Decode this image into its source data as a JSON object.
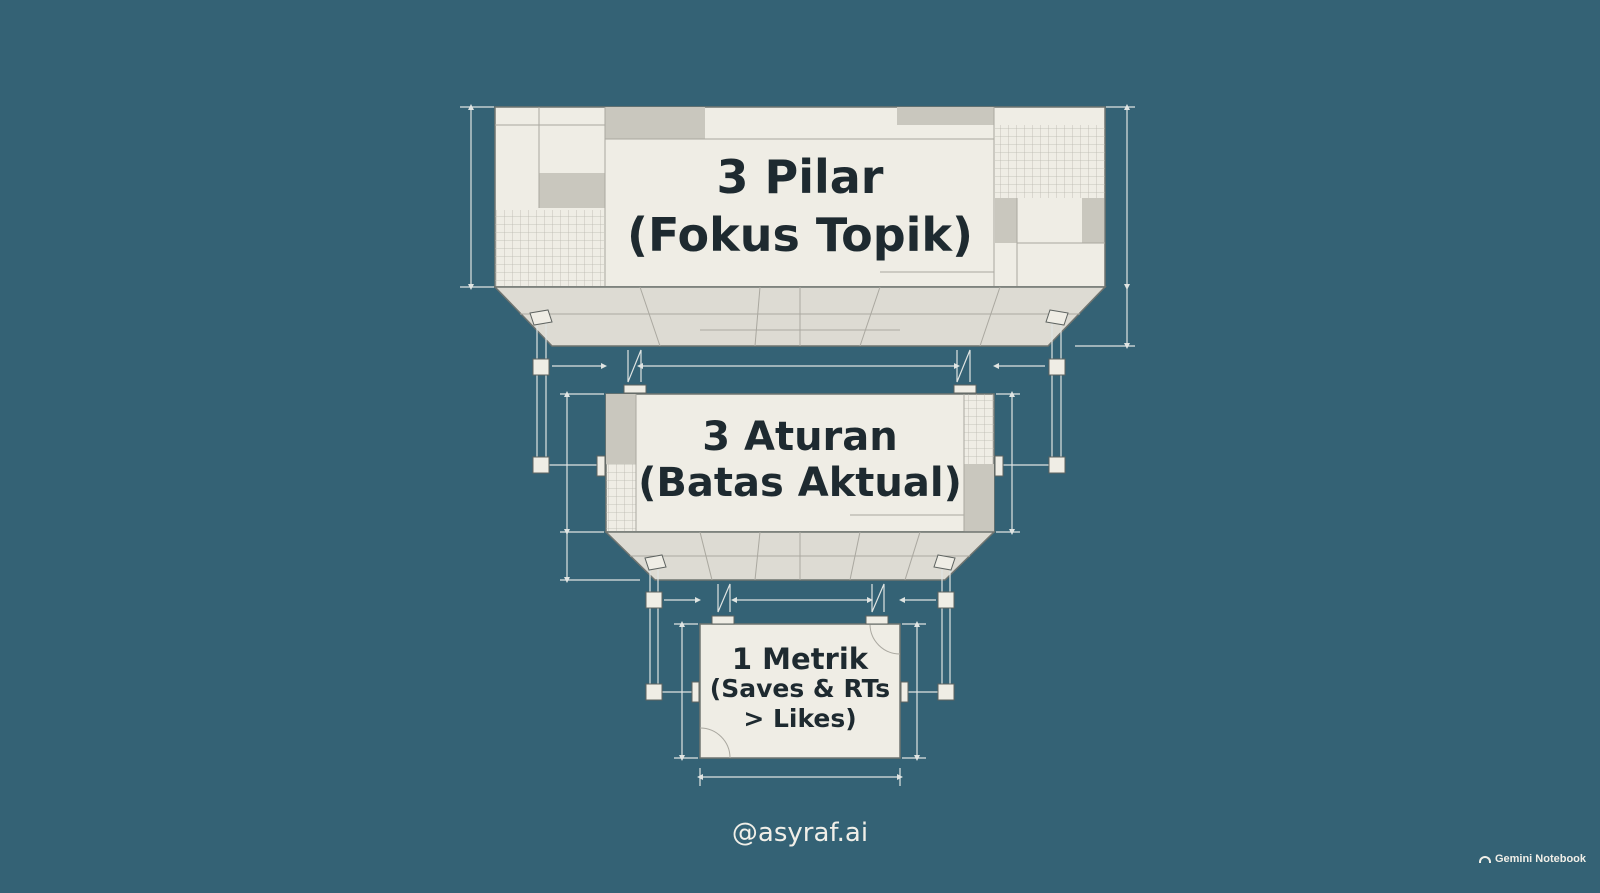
{
  "background_color": "#346275",
  "box_color": "#efede5",
  "tiers": [
    {
      "line1": "3 Pilar",
      "line2": "(Fokus Topik)"
    },
    {
      "line1": "3 Aturan",
      "line2": "(Batas Aktual)"
    },
    {
      "line1": "1 Metrik",
      "line2": "(Saves & RTs",
      "line3": "> Likes)"
    }
  ],
  "handle": "@asyraf.ai",
  "brand": "Gemini Notebook"
}
